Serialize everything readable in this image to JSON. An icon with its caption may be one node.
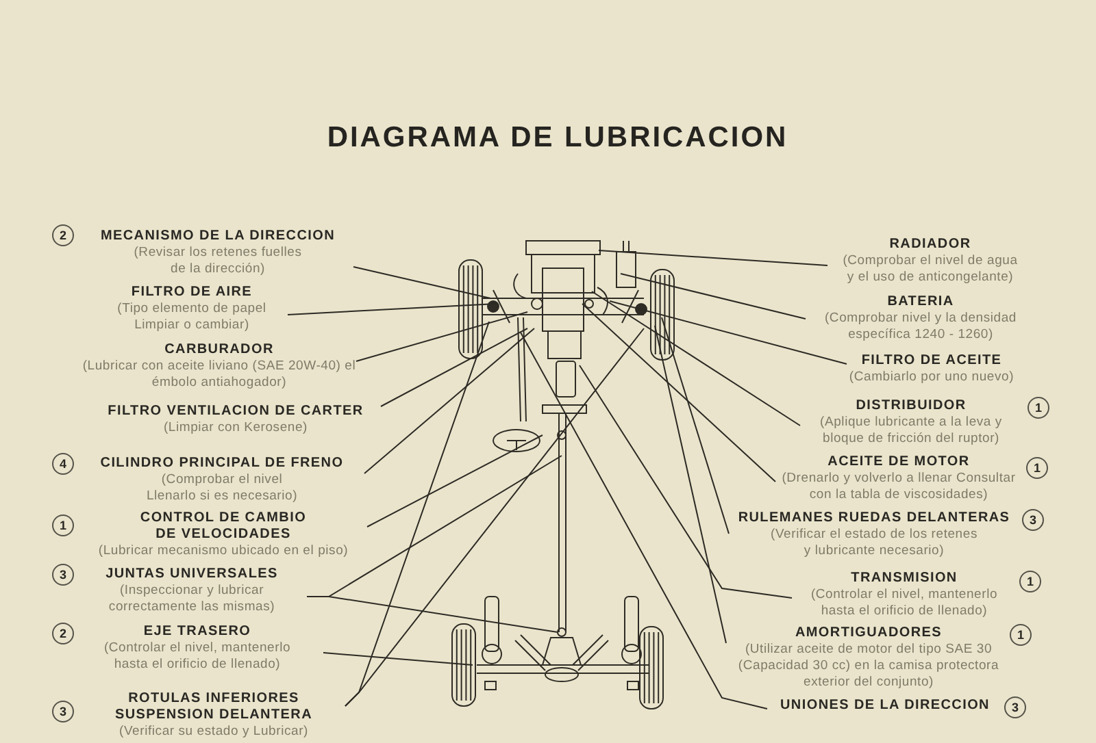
{
  "diagram": {
    "title": "DIAGRAMA DE LUBRICACION",
    "nodes": [
      {
        "text": [
          "MECANISMO DE LA DIRECCION",
          "(Revisar los retenes fuelles de la dirección)"
        ],
        "beside": [
          "2"
        ]
      },
      {
        "text": [
          "FILTRO DE AIRE",
          "(Tipo elemento de papel Limpiar o cambiar)"
        ]
      },
      {
        "text": [
          "CARBURADOR",
          "(Lubricar con aceite liviano (SAE 20W-40) el émbolo antiahogador)"
        ]
      },
      {
        "text": [
          "FILTRO VENTILACION DE CARTER",
          "(Limpiar con Kerosene)"
        ]
      },
      {
        "text": [
          "CILINDRO PRINCIPAL DE FRENO",
          "(Comprobar el nivel Llenarlo si es necesario)"
        ],
        "beside": [
          "4"
        ]
      },
      {
        "text": [
          "CONTROL DE CAMBIO DE VELOCIDADES",
          "(Lubricar mecanismo ubicado en el piso)"
        ],
        "beside": [
          "1"
        ]
      },
      {
        "text": [
          "JUNTAS UNIVERSALES",
          "(Inspeccionar y lubricar correctamente las mismas)"
        ],
        "beside": [
          "3"
        ]
      },
      {
        "text": [
          "EJE TRASERO",
          "(Controlar el nivel, mantenerlo hasta el orificio de llenado)"
        ],
        "beside": [
          "2"
        ]
      },
      {
        "text": [
          "ROTULAS INFERIORES SUSPENSION DELANTERA",
          "(Verificar su estado y Lubricar)"
        ],
        "beside": [
          "3"
        ]
      },
      {
        "text": [
          "RADIADOR",
          "(Comprobar el nivel de agua y el uso de anticongelante)"
        ]
      },
      {
        "text": [
          "BATERIA",
          "(Comprobar nivel y la densidad específica 1240 - 1260)"
        ]
      },
      {
        "text": [
          "FILTRO DE ACEITE",
          "(Cambiarlo por uno nuevo)"
        ]
      },
      {
        "text": [
          "DISTRIBUIDOR",
          "(Aplique lubricante a la leva y bloque de fricción del ruptor)"
        ],
        "beside": [
          "1"
        ]
      },
      {
        "text": [
          "ACEITE DE MOTOR",
          "(Drenarlo y volverlo a llenar Consultar con la tabla de viscosidades)"
        ],
        "beside": [
          "1"
        ]
      },
      {
        "text": [
          "RULEMANES RUEDAS DELANTERAS",
          "(Verificar el estado de los retenes y lubricante necesario)"
        ],
        "beside": [
          "3"
        ]
      },
      {
        "text": [
          "TRANSMISION",
          "(Controlar el nivel, mantenerlo hasta el orificio de llenado)"
        ],
        "beside": [
          "1"
        ]
      },
      {
        "text": [
          "AMORTIGUADORES",
          "(Utilizar aceite de motor del tipo SAE 30 (Capacidad 30 cc) en la camisa protectora exterior del conjunto)"
        ],
        "beside": [
          "1"
        ]
      },
      {
        "text": [
          "UNIONES DE LA DIRECCION"
        ],
        "beside": [
          "3"
        ]
      }
    ],
    "edges": [
      {
        "from": 0,
        "to": null,
        "arrow": "none"
      },
      {
        "from": 1,
        "to": null,
        "arrow": "none"
      },
      {
        "from": 2,
        "to": null,
        "arrow": "none"
      },
      {
        "from": 3,
        "to": null,
        "arrow": "none"
      },
      {
        "from": 4,
        "to": null,
        "arrow": "none"
      },
      {
        "from": 5,
        "to": null,
        "arrow": "none"
      },
      {
        "from": 6,
        "to": null,
        "arrow": "none"
      },
      {
        "from": 6,
        "to": null,
        "arrow": "none"
      },
      {
        "from": 7,
        "to": null,
        "arrow": "none"
      },
      {
        "from": 8,
        "to": null,
        "arrow": "none"
      },
      {
        "from": 8,
        "to": null,
        "arrow": "none"
      },
      {
        "from": 9,
        "to": null,
        "arrow": "none"
      },
      {
        "from": 10,
        "to": null,
        "arrow": "none"
      },
      {
        "from": 11,
        "to": null,
        "arrow": "none"
      },
      {
        "from": 12,
        "to": null,
        "arrow": "none"
      },
      {
        "from": 13,
        "to": null,
        "arrow": "none"
      },
      {
        "from": 14,
        "to": null,
        "arrow": "none"
      },
      {
        "from": 15,
        "to": null,
        "arrow": "none"
      },
      {
        "from": 16,
        "to": null,
        "arrow": "none"
      },
      {
        "from": 17,
        "to": null,
        "arrow": "none"
      }
    ]
  }
}
